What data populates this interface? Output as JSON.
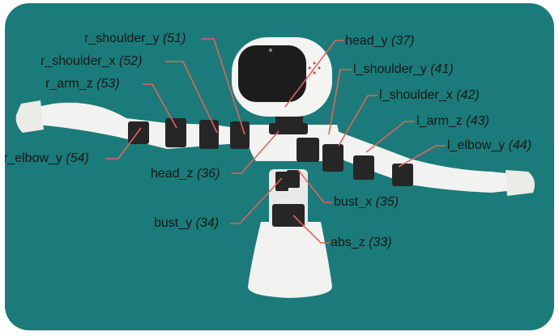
{
  "colors": {
    "background": "#1a7b7a",
    "leader_line": "#e2635a",
    "robot_white": "#f2f2f0",
    "servo_dark": "#262626"
  },
  "motors": [
    {
      "name": "r_shoulder_y",
      "id": "(51)"
    },
    {
      "name": "r_shoulder_x",
      "id": "(52)"
    },
    {
      "name": "r_arm_z",
      "id": "(53)"
    },
    {
      "name": "r_elbow_y",
      "id": "(54)"
    },
    {
      "name": "head_y",
      "id": "(37)"
    },
    {
      "name": "l_shoulder_y",
      "id": "(41)"
    },
    {
      "name": "l_shoulder_x",
      "id": "(42)"
    },
    {
      "name": "l_arm_z",
      "id": "(43)"
    },
    {
      "name": "l_elbow_y",
      "id": "(44)"
    },
    {
      "name": "head_z",
      "id": "(36)"
    },
    {
      "name": "bust_x",
      "id": "(35)"
    },
    {
      "name": "bust_y",
      "id": "(34)"
    },
    {
      "name": "abs_z",
      "id": "(33)"
    }
  ]
}
